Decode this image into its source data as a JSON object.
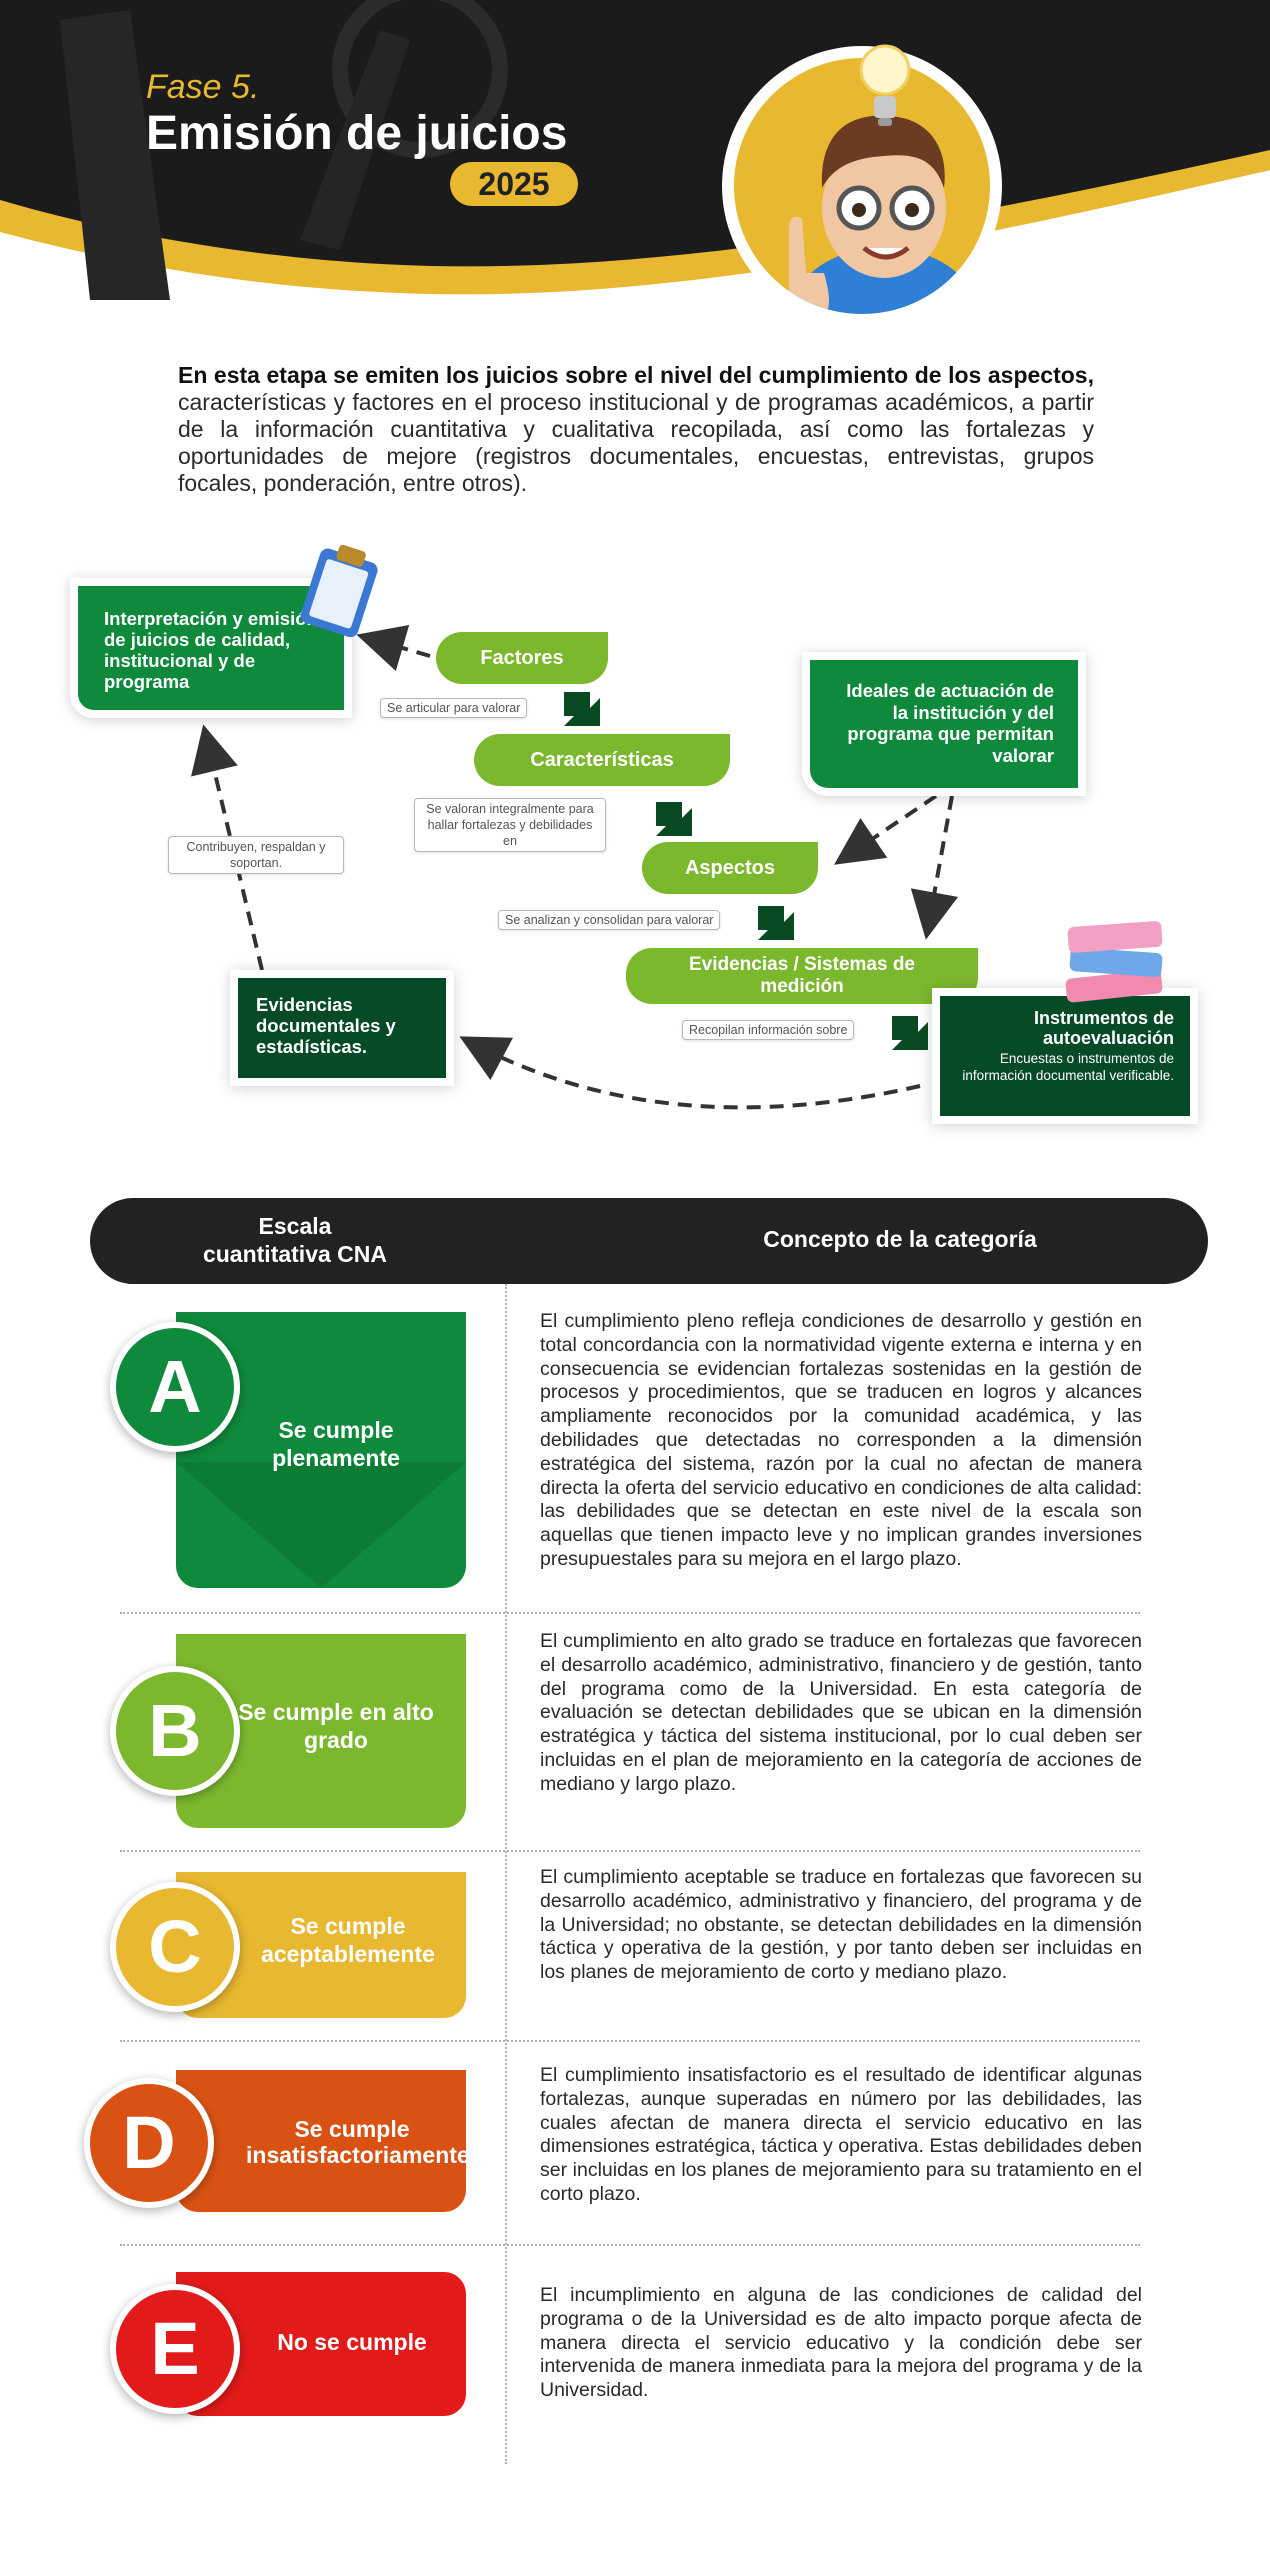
{
  "header": {
    "phase": "Fase 5.",
    "title": "Emisión de juicios",
    "year": "2025"
  },
  "intro": {
    "bold": "En esta etapa se emiten los juicios sobre el nivel del cumplimiento de los aspectos,",
    "rest": " características y factores en el proceso institucional y de programas académicos, a partir de la información cuantitativa y cualitativa recopilada, así como las fortalezas y oportunidades de mejore (registros documentales, encuestas, entrevistas, grupos focales, ponderación, entre otros)."
  },
  "diagram": {
    "interpretation": "Interpretación y emisión de juicios de calidad, institucional y de programa",
    "ideales": "Ideales de actuación de la institución y del programa que permitan valorar",
    "factores": "Factores",
    "caracteristicas": "Características",
    "aspectos": "Aspectos",
    "evidencias_sistemas": "Evidencias / Sistemas de medición",
    "evidencias_doc": "Evidencias documentales y estadísticas.",
    "instrumentos_title": "Instrumentos de autoevaluación",
    "instrumentos_sub": "Encuestas o instrumentos de información documental verificable.",
    "label_articular": "Se articular para valorar",
    "label_valoran": "Se valoran integralmente para hallar fortalezas y debilidades en",
    "label_analizan": "Se analizan y consolidan para valorar",
    "label_recopilan": "Recopilan información sobre",
    "label_contribuyen": "Contribuyen, respaldan y soportan."
  },
  "table": {
    "col1": "Escala cuantitativa CNA",
    "col2": "Concepto de la categoría",
    "rows": [
      {
        "letter": "A",
        "label": "Se cumple plenamente",
        "color": "#0f8a3c",
        "text": "El cumplimiento pleno refleja condiciones de desarrollo y gestión en total concordancia con la normatividad vigente externa e interna y en consecuencia se evidencian fortalezas sostenidas en la gestión de procesos y procedimientos, que se traducen en logros y alcances ampliamente reconocidos por la comunidad académica, y las debilidades que detectadas no corresponden a la dimensión estratégica del sistema, razón por la cual no afectan de manera directa la oferta del servicio educativo en condiciones de alta calidad: las debilidades que se detectan en este nivel de la escala son aquellas que tienen impacto leve y no implican grandes inversiones presupuestales para su mejora en el largo plazo."
      },
      {
        "letter": "B",
        "label": "Se cumple en alto grado",
        "color": "#7cb82e",
        "text": "El cumplimiento en alto grado se traduce en fortalezas que favorecen el desarrollo académico, administrativo, financiero y de gestión, tanto del programa como de la Universidad. En esta categoría de evaluación se detectan debilidades que se ubican en la dimensión estratégica y táctica del sistema institucional, por lo cual deben ser incluidas en el plan de mejoramiento en la categoría de acciones de mediano y largo plazo."
      },
      {
        "letter": "C",
        "label": "Se cumple aceptablemente",
        "color": "#e8b830",
        "text": "El cumplimiento aceptable se traduce en fortalezas que favorecen su desarrollo académico, administrativo y financiero, del programa y de la Universidad; no obstante, se detectan debilidades en la dimensión táctica y operativa de la gestión, y por tanto deben ser incluidas en los planes de mejoramiento de corto y mediano plazo."
      },
      {
        "letter": "D",
        "label": "Se cumple insatisfactoriamente",
        "color": "#d95214",
        "text": "El cumplimiento insatisfactorio es el resultado de identificar algunas fortalezas, aunque superadas en número por las debilidades, las cuales afectan de manera directa el servicio educativo en las dimensiones estratégica, táctica y operativa. Estas debilidades deben ser incluidas en los planes de mejoramiento para su tratamiento en el corto plazo."
      },
      {
        "letter": "E",
        "label": "No se cumple",
        "color": "#e31a1a",
        "text": "El incumplimiento en alguna de las condiciones de calidad del programa o de la Universidad es de alto impacto porque afecta de manera directa el servicio educativo y la condición debe ser intervenida de manera inmediata para la mejora del programa y de la Universidad."
      }
    ]
  }
}
